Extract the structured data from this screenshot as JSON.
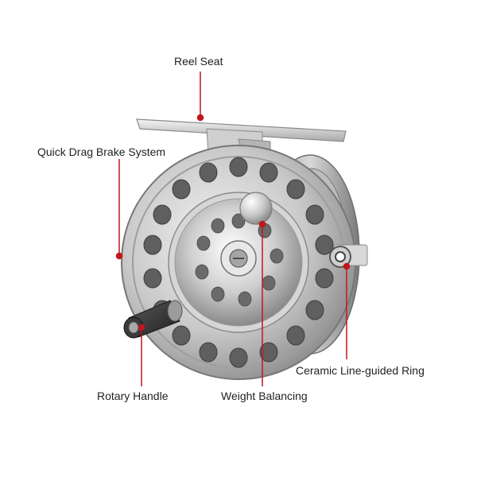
{
  "labels": {
    "reel_seat": "Reel Seat",
    "quick_drag": "Quick Drag Brake System",
    "ceramic_ring": "Ceramic Line-guided Ring",
    "rotary_handle": "Rotary Handle",
    "weight_balancing": "Weight Balancing"
  },
  "colors": {
    "leader": "#c0161c",
    "metal_light": "#e6e6e6",
    "metal_mid": "#b9b9b9",
    "metal_dark": "#7d7d7d",
    "hole": "#5f5f5f",
    "handle": "#2e2e2e",
    "text": "#222222"
  }
}
